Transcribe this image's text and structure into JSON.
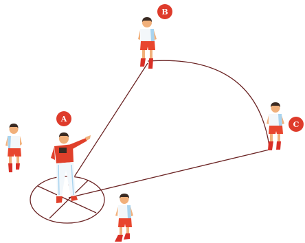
{
  "labels": {
    "a": "A",
    "b": "B",
    "c": "C"
  },
  "colors": {
    "line": "#6b2424",
    "badge": "#de3b2b",
    "shirt_white": "#f3f7fa",
    "shirt_blue": "#a9d4ef",
    "shorts": "#e8462e",
    "skin": "#f1b07b",
    "hair": "#3a2a22",
    "socks_shoes": "#d92f26",
    "ref_shirt": "#e0402b",
    "ref_pants": "#f2f7fb"
  }
}
